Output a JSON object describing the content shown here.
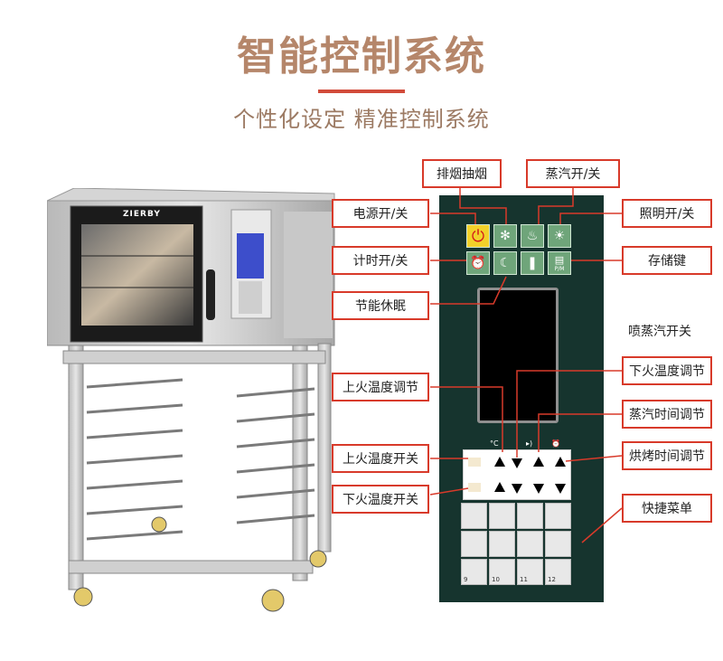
{
  "header": {
    "title": "智能控制系统",
    "subtitle": "个性化设定 精准控制系统"
  },
  "brand": "ZIERBY",
  "callouts": {
    "exhaust": "排烟抽烟",
    "steam": "蒸汽开/关",
    "power": "电源开/关",
    "light": "照明开/关",
    "timer": "计时开/关",
    "save": "存储键",
    "sleep": "节能休眠",
    "spray": "喷蒸汽开关",
    "bottom_temp_adjust": "下火温度调节",
    "top_temp_adjust": "上火温度调节",
    "steam_time_adjust": "蒸汽时间调节",
    "top_temp_switch": "上火温度开关",
    "bake_time_adjust": "烘烤时间调节",
    "bottom_temp_switch": "下火温度开关",
    "quick_menu": "快捷菜单"
  },
  "panel": {
    "pm_label": "P/M",
    "temp_unit": "°C",
    "keys": [
      "",
      "",
      "",
      "",
      "",
      "",
      "",
      "",
      "9",
      "10",
      "11",
      "12"
    ]
  },
  "colors": {
    "title": "#b5866a",
    "accent": "#d24b3a",
    "panel_bg": "#16342e",
    "button_green": "#6fa57a",
    "power_yellow": "#f2d12a"
  },
  "icons": [
    "power-icon",
    "fan-icon",
    "steam-icon",
    "light-icon",
    "alarm-clock-icon",
    "sleep-icon",
    "spray-icon",
    "save-icon"
  ]
}
